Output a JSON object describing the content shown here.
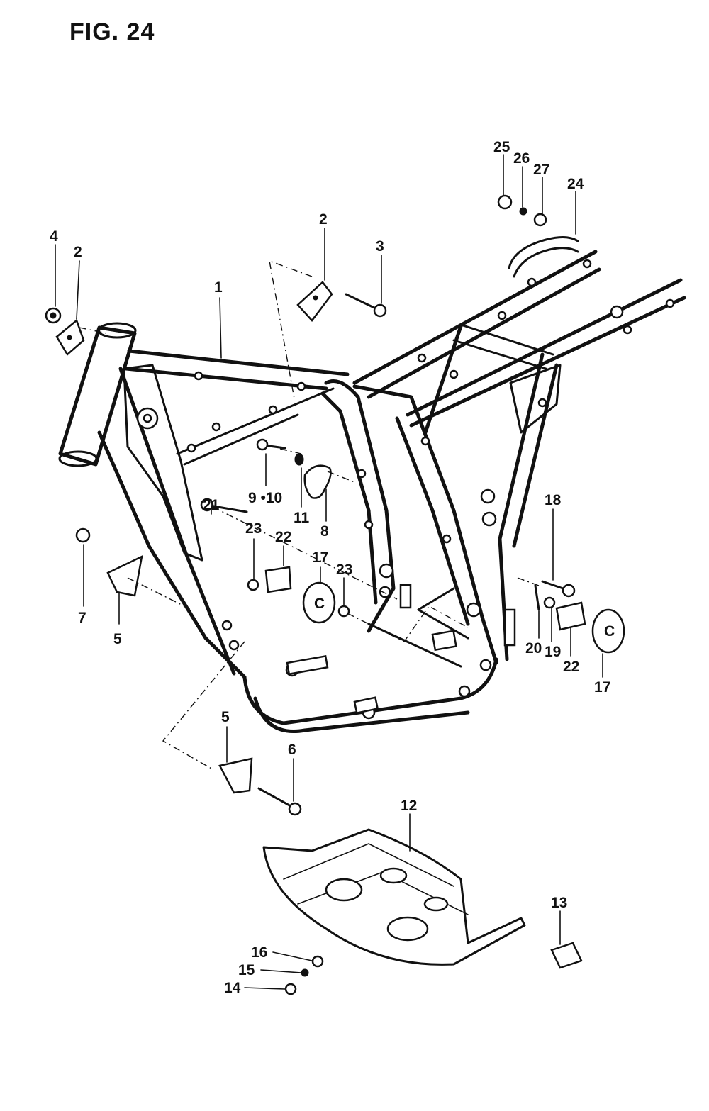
{
  "figure": {
    "title": "FIG. 24"
  },
  "callouts": [
    "1",
    "2",
    "2",
    "3",
    "4",
    "5",
    "5",
    "6",
    "7",
    "8",
    "9 •10",
    "11",
    "12",
    "13",
    "14",
    "15",
    "16",
    "17",
    "17",
    "18",
    "19",
    "20",
    "21",
    "22",
    "22",
    "23",
    "23",
    "24",
    "25",
    "26",
    "27"
  ]
}
